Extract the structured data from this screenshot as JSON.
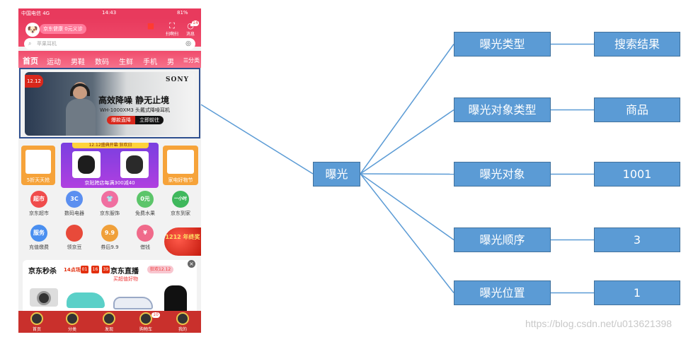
{
  "phone": {
    "status": {
      "carrier": "中国电信  4G",
      "time": "14:43",
      "battery": "81%"
    },
    "header": {
      "promo": "京东健康  0元义诊",
      "icons": [
        {
          "name": "scan-icon",
          "label": "扫啊扫"
        },
        {
          "name": "message-icon",
          "label": "消息"
        }
      ],
      "message_count": "14"
    },
    "search": {
      "placeholder": "苹果耳机"
    },
    "categories": [
      "首页",
      "运动",
      "男鞋",
      "数码",
      "生鲜",
      "手机",
      "男"
    ],
    "category_more": "分类",
    "banner": {
      "brand": "SONY",
      "badge": "12.12",
      "title": "高效降噪 静无止境",
      "subtitle": "WH-1000XM3 头戴式降噪耳机",
      "btn_primary": "爆款直降",
      "btn_secondary": "立即前往"
    },
    "promo_row": {
      "tag": "12.12盛典开幕 狂欢日",
      "left_label": "5折天天抢",
      "right_label": "家电好物节",
      "strip": "京贴跨店每满300减40"
    },
    "grid_row1": [
      {
        "label": "京东超市",
        "glyph": "超市",
        "color": "#f04c4c"
      },
      {
        "label": "数码电器",
        "glyph": "3C",
        "color": "#5b8ff0"
      },
      {
        "label": "京东服饰",
        "glyph": "👕",
        "color": "#f06fa0"
      },
      {
        "label": "免费水果",
        "glyph": "0元",
        "color": "#5cc56a"
      },
      {
        "label": "京东到家",
        "glyph": "一小时",
        "color": "#3fb85c"
      }
    ],
    "grid_row2": [
      {
        "label": "充值缴费",
        "glyph": "服务",
        "color": "#4a8ff0"
      },
      {
        "label": "领京豆",
        "glyph": "",
        "color": "#e84a3a"
      },
      {
        "label": "券后9.9",
        "glyph": "9.9",
        "color": "#f0a03a"
      },
      {
        "label": "借钱",
        "glyph": "¥",
        "color": "#f06a8a"
      }
    ],
    "float_badge": "1212 年终奖",
    "seckill": {
      "title": "京东秒杀",
      "session": "14点场",
      "hh": "01",
      "mm": "16",
      "ss": "39",
      "live_title": "京东直播",
      "live_pill": "狂欢12.12",
      "live_sub": "买超值好物"
    },
    "tabs": [
      "首页",
      "分类",
      "发现",
      "购物车",
      "我的"
    ],
    "cart_count": "10"
  },
  "diagram": {
    "root": "曝光",
    "edges_color": "#5b9bd5",
    "rows": [
      {
        "key": "曝光类型",
        "value": "搜索结果"
      },
      {
        "key": "曝光对象类型",
        "value": "商品"
      },
      {
        "key": "曝光对象",
        "value": "1001"
      },
      {
        "key": "曝光顺序",
        "value": "3"
      },
      {
        "key": "曝光位置",
        "value": "1"
      }
    ]
  },
  "watermark": "https://blog.csdn.net/u013621398"
}
